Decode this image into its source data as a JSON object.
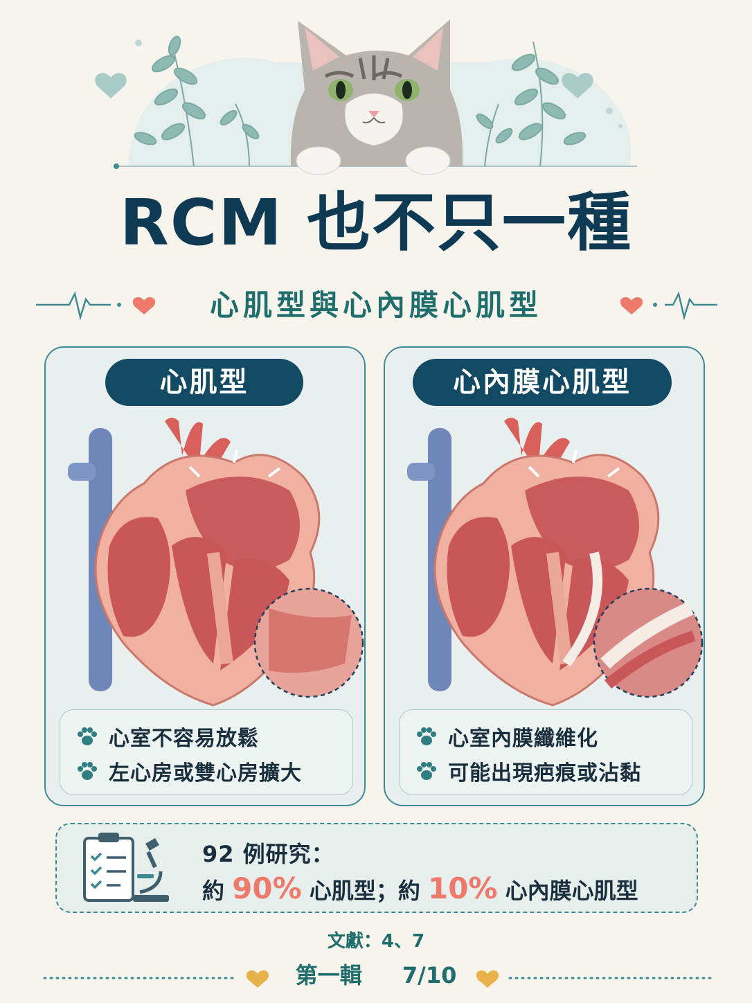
{
  "title": "RCM 也不只一種",
  "subtitle": "心肌型與心內膜心肌型",
  "cards": [
    {
      "label": "心肌型",
      "bullets": [
        "心室不容易放鬆",
        "左心房或雙心房擴大"
      ]
    },
    {
      "label": "心內膜心肌型",
      "bullets": [
        "心室內膜纖維化",
        "可能出現疤痕或沾黏"
      ]
    }
  ],
  "stats": {
    "title": "92 例研究：",
    "prefix1": "約",
    "pct1": "90%",
    "type1": "心肌型；約",
    "pct2": "10%",
    "type2": "心內膜心肌型"
  },
  "references": "文獻：4、7",
  "footer": {
    "series": "第一輯",
    "page": "7/10"
  },
  "colors": {
    "navy": "#0f3a54",
    "teal": "#1f6e6b",
    "coral": "#ee7a6c",
    "heart_gold": "#e7b24a"
  }
}
